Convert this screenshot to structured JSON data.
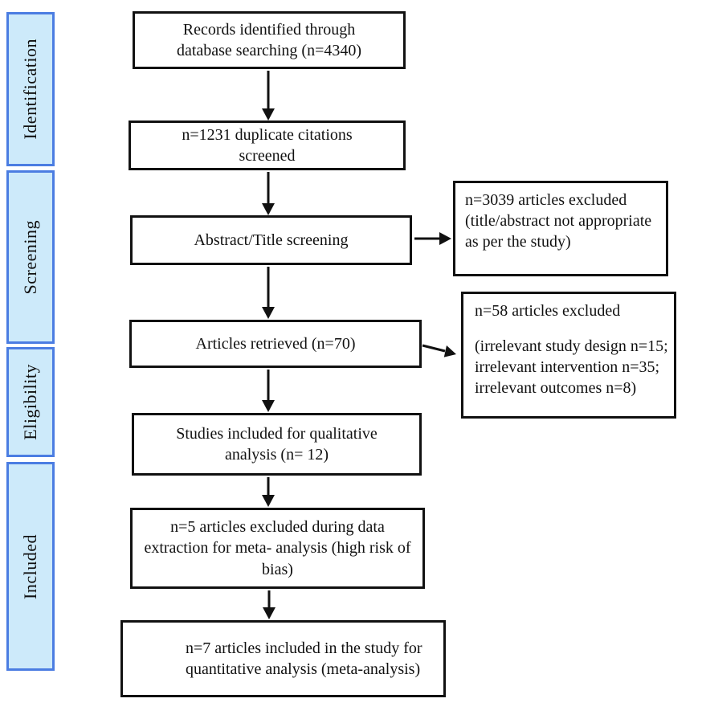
{
  "diagram": {
    "type": "prisma-flowchart",
    "stages": [
      {
        "label": "Identification"
      },
      {
        "label": "Screening"
      },
      {
        "label": "Eligibility"
      },
      {
        "label": "Included"
      }
    ],
    "flow_boxes": [
      {
        "text": "Records identified through database searching (n=4340)"
      },
      {
        "text": "n=1231 duplicate citations screened"
      },
      {
        "text": "Abstract/Title screening"
      },
      {
        "text": "Articles retrieved (n=70)"
      },
      {
        "text": "Studies included for qualitative analysis (n= 12)"
      },
      {
        "text": "n=5 articles excluded during data extraction for meta- analysis (high risk of bias)"
      },
      {
        "text": "n=7 articles included in the study for quantitative analysis (meta-analysis)"
      }
    ],
    "exclusion_boxes": [
      {
        "line1": "n=3039 articles excluded (title/abstract not appropriate as per the study)",
        "line2": ""
      },
      {
        "line1": "n=58 articles excluded",
        "line2": "(irrelevant study design n=15; irrelevant intervention n=35; irrelevant outcomes n=8)"
      }
    ],
    "colors": {
      "stage_fill": "#cdeafa",
      "stage_border": "#4b7de2",
      "box_border": "#111111",
      "arrow": "#111111"
    }
  }
}
